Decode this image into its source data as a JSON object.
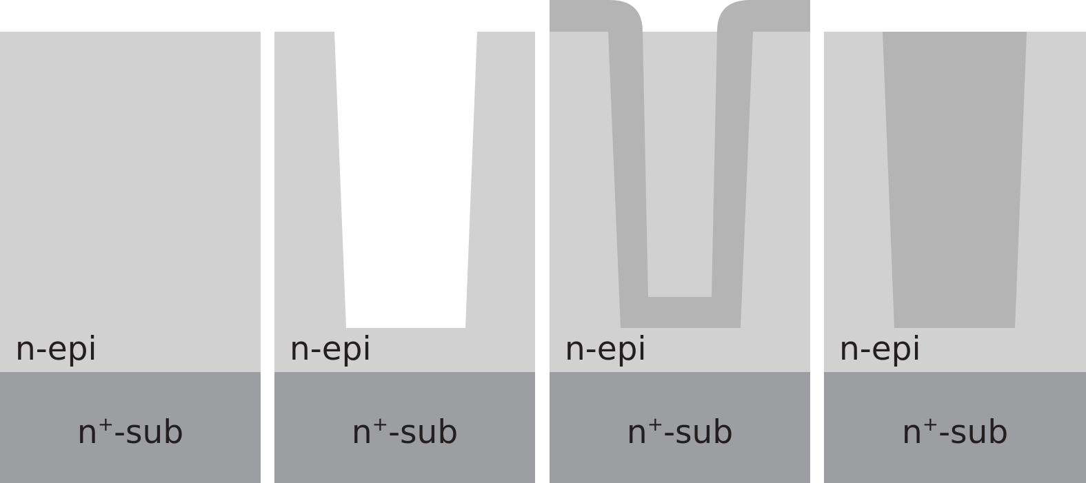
{
  "colors": {
    "background": "#ffffff",
    "epi": "#d1d1d1",
    "substrate": "#9d9ea2",
    "oxide": "#b4b4b4",
    "text": "#231f20"
  },
  "steps": [
    {
      "epi_label": "n-epi",
      "sub_label": {
        "base": "n",
        "sup": "+",
        "suffix": "-sub"
      },
      "state": "bare epitaxial layer"
    },
    {
      "epi_label": "n-epi",
      "sub_label": {
        "base": "n",
        "sup": "+",
        "suffix": "-sub"
      },
      "state": "trench etched"
    },
    {
      "epi_label": "n-epi",
      "sub_label": {
        "base": "n",
        "sup": "+",
        "suffix": "-sub"
      },
      "state": "conformal fill deposited"
    },
    {
      "epi_label": "n-epi",
      "sub_label": {
        "base": "n",
        "sup": "+",
        "suffix": "-sub"
      },
      "state": "planarized trench fill"
    }
  ]
}
